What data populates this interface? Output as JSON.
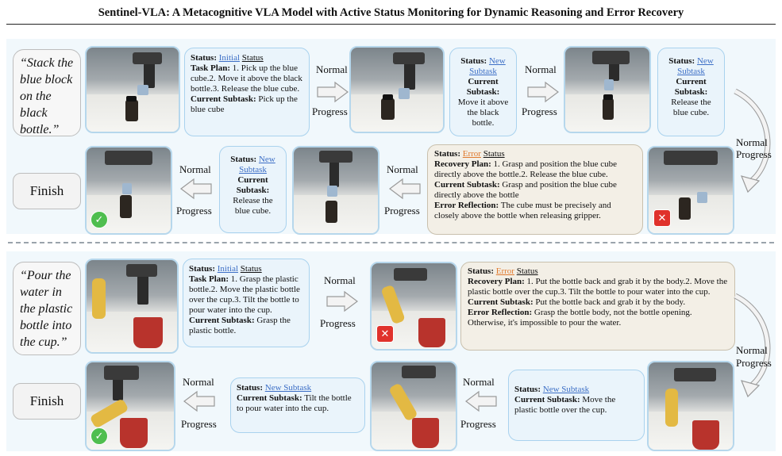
{
  "title": "Sentinel-VLA: A Metacognitive VLA Model with Active Status Monitoring for Dynamic Reasoning and Error Recovery",
  "labels": {
    "status": "Status:",
    "initial": "Initial",
    "status_word": "Status",
    "new_subtask": "New Subtask",
    "error": "Error",
    "task_plan": "Task Plan:",
    "recovery_plan": "Recovery Plan:",
    "current_subtask": "Current Subtask:",
    "error_reflection": "Error Reflection:",
    "normal": "Normal",
    "progress": "Progress",
    "finish": "Finish"
  },
  "top": {
    "instruction": "“Stack the blue block on the black bottle.”",
    "initial": {
      "task_plan": "1. Pick up the blue cube.2. Move it above the black bottle.3. Release the blue cube.",
      "current_subtask": "Pick up the blue cube"
    },
    "step2": {
      "current_subtask": "Move it above the black bottle."
    },
    "step3": {
      "current_subtask": "Release the blue cube."
    },
    "error": {
      "recovery_plan": "1. Grasp and position the blue cube directly above the bottle.2. Release the blue cube.",
      "current_subtask": "Grasp and position the blue cube directly above the bottle",
      "error_reflection": "The cube must be precisely and closely above the bottle when releasing gripper."
    },
    "step5": {
      "current_subtask": "Release the blue cube."
    }
  },
  "bottom": {
    "instruction": "“Pour the water in the plastic bottle into the cup.”",
    "initial": {
      "task_plan": "1. Grasp the plastic bottle.2. Move the plastic bottle over the cup.3. Tilt the bottle to pour water into the cup.",
      "current_subtask": "Grasp the plastic bottle."
    },
    "error": {
      "recovery_plan": "1. Put the bottle back and grab it by the body.2. Move the plastic bottle over the cup.3. Tilt the bottle to pour water into the cup.",
      "current_subtask": "Put the bottle back and grab it by the body.",
      "error_reflection": "Grasp the bottle body, not the bottle opening. Otherwise, it's impossible to pour the water."
    },
    "step3": {
      "current_subtask": "Move the plastic bottle over the cup."
    },
    "step4": {
      "current_subtask": "Tilt the bottle to pour water into the cup."
    }
  },
  "colors": {
    "link": "#3d6fc6",
    "error_text": "#e07a2f",
    "box_border": "#a9d2ee",
    "panel_bg": "#f1f8fc",
    "success_badge": "#4fbe4f",
    "error_badge": "#e0322c"
  },
  "icons": [
    "check-icon",
    "cross-icon",
    "right-arrow-icon",
    "left-arrow-icon",
    "curved-arrow-icon"
  ]
}
